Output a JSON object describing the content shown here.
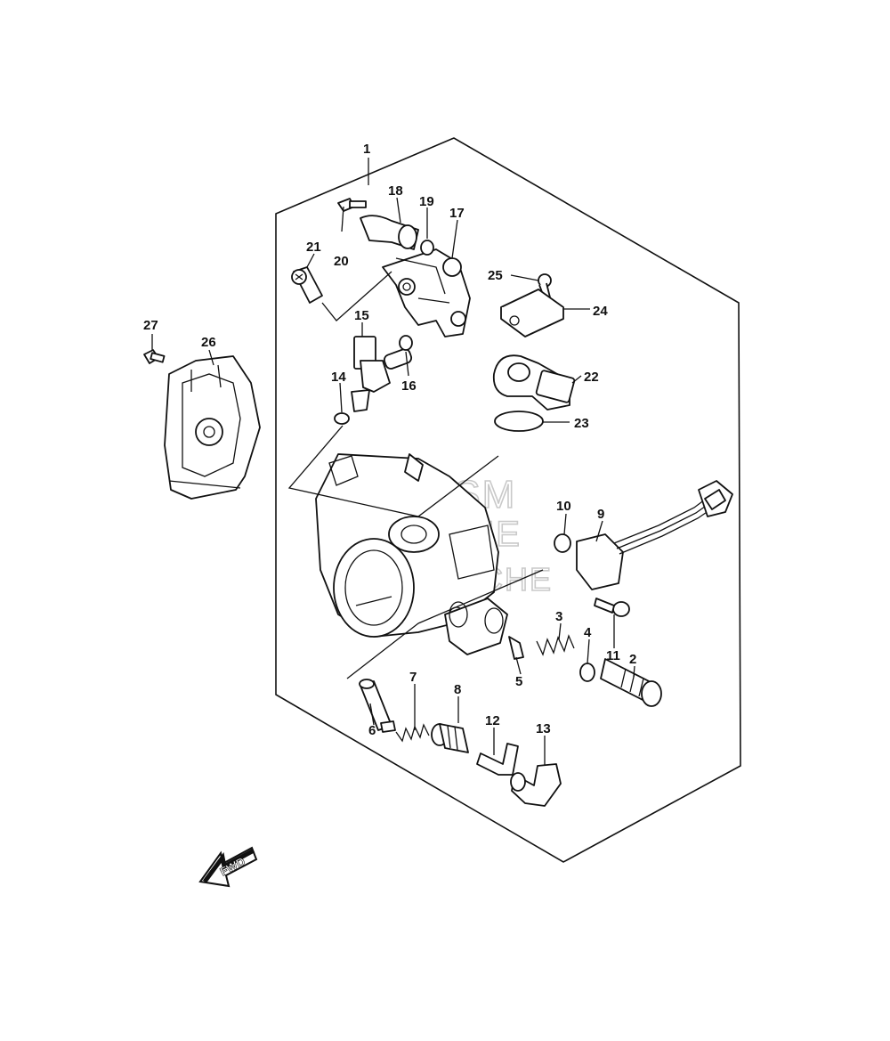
{
  "callouts": {
    "c1": "1",
    "c2": "2",
    "c3": "3",
    "c4": "4",
    "c5": "5",
    "c6": "6",
    "c7": "7",
    "c8": "8",
    "c9": "9",
    "c10": "10",
    "c11": "11",
    "c12": "12",
    "c13": "13",
    "c14": "14",
    "c15": "15",
    "c16": "16",
    "c17": "17",
    "c18": "18",
    "c19": "19",
    "c20": "20",
    "c21": "21",
    "c22": "22",
    "c23": "23",
    "c24": "24",
    "c25": "25",
    "c26": "26",
    "c27": "27"
  },
  "watermark": {
    "line1": "HLSM",
    "line2": "ONLINE",
    "line3": "MICROFICHE"
  },
  "fwd_label": "FWD"
}
